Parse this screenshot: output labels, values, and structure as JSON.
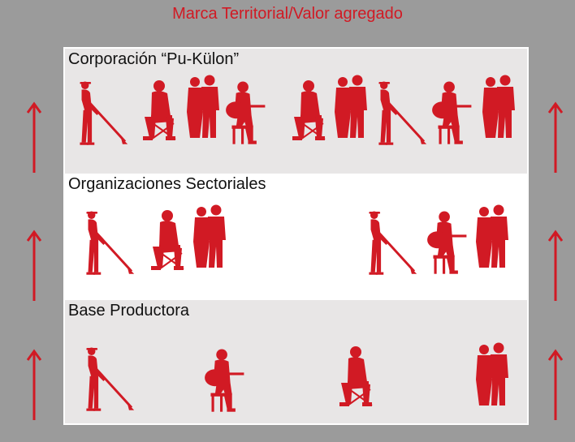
{
  "title": "Marca Territorial/Valor agregado",
  "levels": [
    {
      "label": "Corporación “Pu-Külon”"
    },
    {
      "label": "Organizaciones Sectoriales"
    },
    {
      "label": "Base Productora"
    }
  ],
  "colors": {
    "accent": "#d11a24",
    "frame": "#9b9b9b",
    "band_light": "#e8e6e6"
  },
  "icons": [
    "arrow-up-icon",
    "farmer-hoe-icon",
    "guitarist-icon",
    "seated-artisan-icon",
    "couple-icon"
  ]
}
